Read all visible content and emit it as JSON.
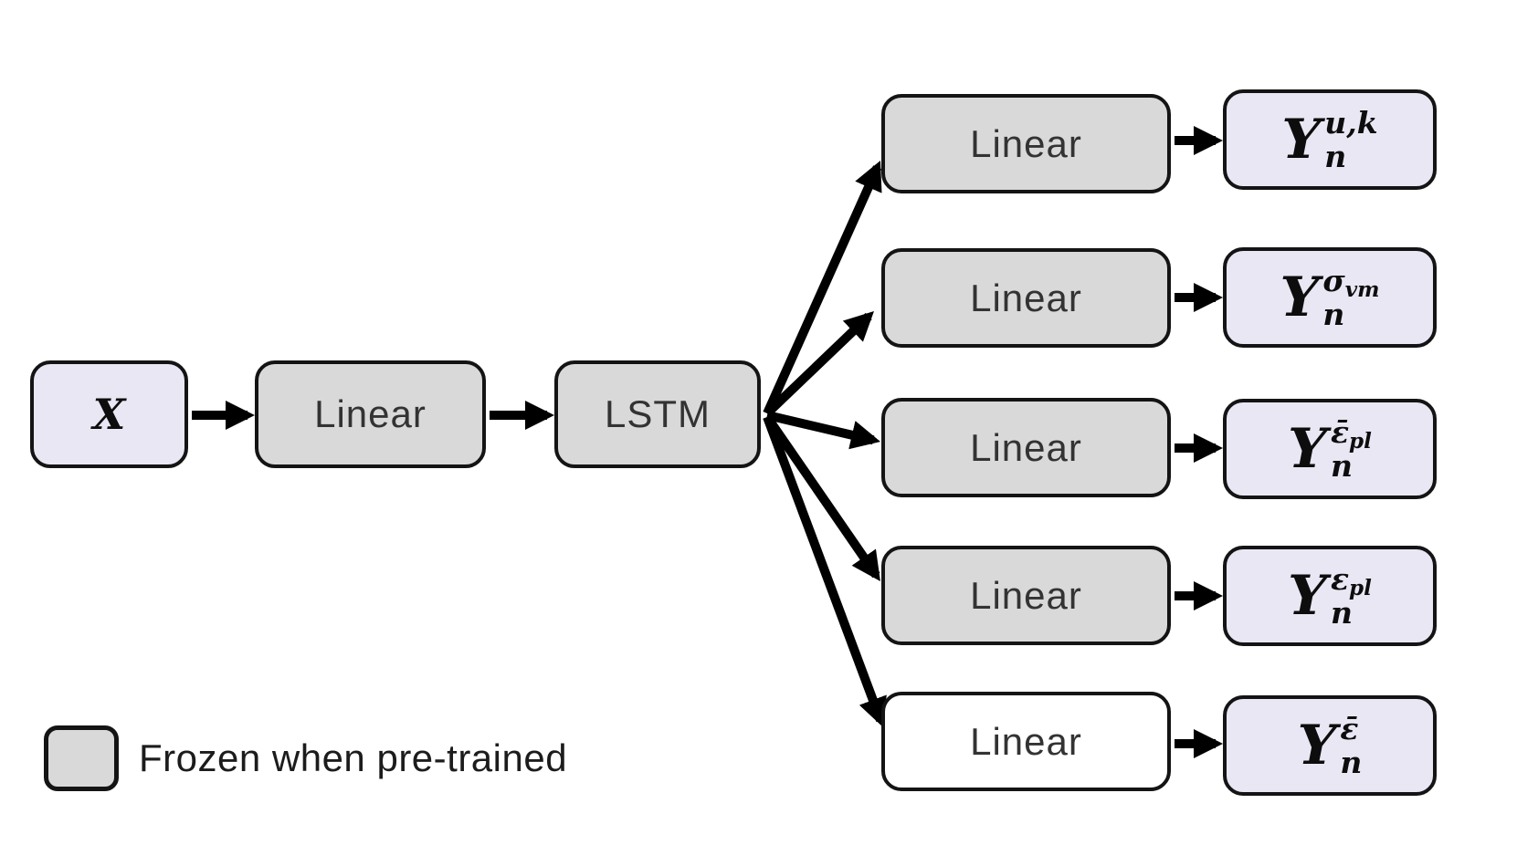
{
  "colors": {
    "frozen_fill": "#D9D9D9",
    "io_fill": "#E9E7F3",
    "plain_fill": "#FFFFFF",
    "border": "#141414",
    "arrow": "#000000",
    "node_text": "#333333",
    "math_text": "#0D0D0D"
  },
  "input": {
    "label": "X"
  },
  "backbone": [
    {
      "label": "Linear",
      "frozen": true
    },
    {
      "label": "LSTM",
      "frozen": true
    }
  ],
  "heads": [
    {
      "label": "Linear",
      "frozen": true
    },
    {
      "label": "Linear",
      "frozen": true
    },
    {
      "label": "Linear",
      "frozen": true
    },
    {
      "label": "Linear",
      "frozen": true
    },
    {
      "label": "Linear",
      "frozen": false
    }
  ],
  "outputs": [
    {
      "base": "Y",
      "sup_main": "u,k",
      "sup_sub": "",
      "sub": "n"
    },
    {
      "base": "Y",
      "sup_main": "σ",
      "sup_sub": "vm",
      "sub": "n"
    },
    {
      "base": "Y",
      "sup_main": "ε̄",
      "sup_sub": "pl",
      "sub": "n"
    },
    {
      "base": "Y",
      "sup_main": "ε",
      "sup_sub": "pl",
      "sub": "n"
    },
    {
      "base": "Y",
      "sup_main": "ε̄",
      "sup_sub": "",
      "sub": "n"
    }
  ],
  "legend": {
    "label": "Frozen when pre-trained"
  }
}
